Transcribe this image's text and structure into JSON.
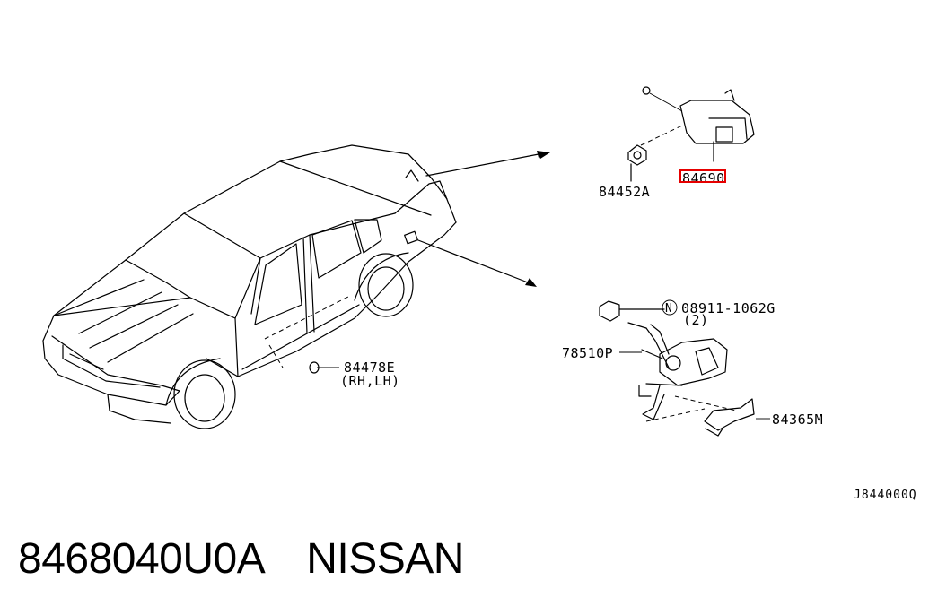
{
  "parts": {
    "actuator": "84690",
    "bolt": "84452A",
    "nut": "08911-1062G",
    "nut_qty": "(2)",
    "lock": "78510P",
    "striker": "84365M",
    "plug": "84478E",
    "plug_side": "(RH,LH)",
    "nut_symbol": "N"
  },
  "figure_code": "J844000Q",
  "caption": {
    "part_number": "8468040U0A",
    "brand": "NISSAN"
  },
  "highlight_color": "#e60000"
}
